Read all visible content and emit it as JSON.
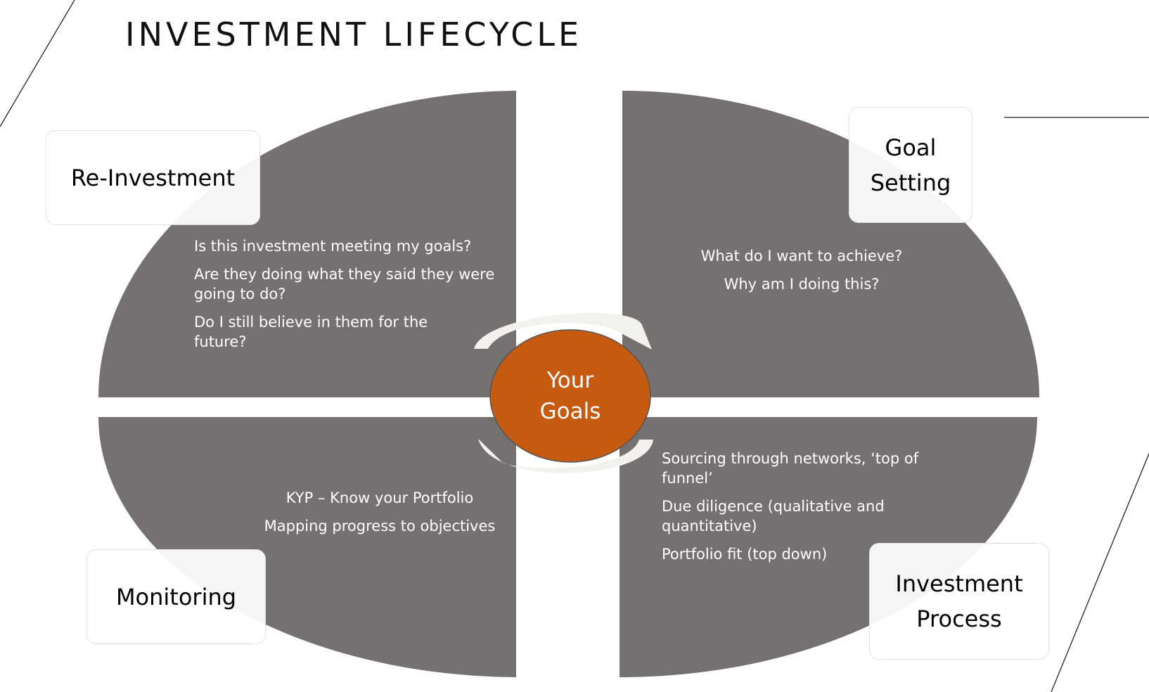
{
  "title": "INVESTMENT LIFECYCLE",
  "colors": {
    "quadrant": "#757170",
    "center": "#c55a11",
    "arrow": "#f2f1ee",
    "label_border": "#e4e2de"
  },
  "center": {
    "line1": "Your",
    "line2": "Goals"
  },
  "quadrants": {
    "reinvestment": {
      "label": "Re-Investment",
      "items": [
        "Is this investment meeting my goals?",
        "Are they doing what they said they were going to do?",
        "Do I still believe in them for the future?"
      ]
    },
    "goal_setting": {
      "label_line1": "Goal",
      "label_line2": "Setting",
      "items": [
        "What do I want to achieve?",
        "Why am I doing this?"
      ]
    },
    "monitoring": {
      "label": "Monitoring",
      "items": [
        "KYP – Know your Portfolio",
        "Mapping progress to objectives"
      ]
    },
    "investment_process": {
      "label_line1": "Investment",
      "label_line2": "Process",
      "items": [
        "Sourcing through networks, ‘top of funnel’",
        "Due diligence (qualitative and quantitative)",
        "Portfolio fit (top down)"
      ]
    }
  }
}
